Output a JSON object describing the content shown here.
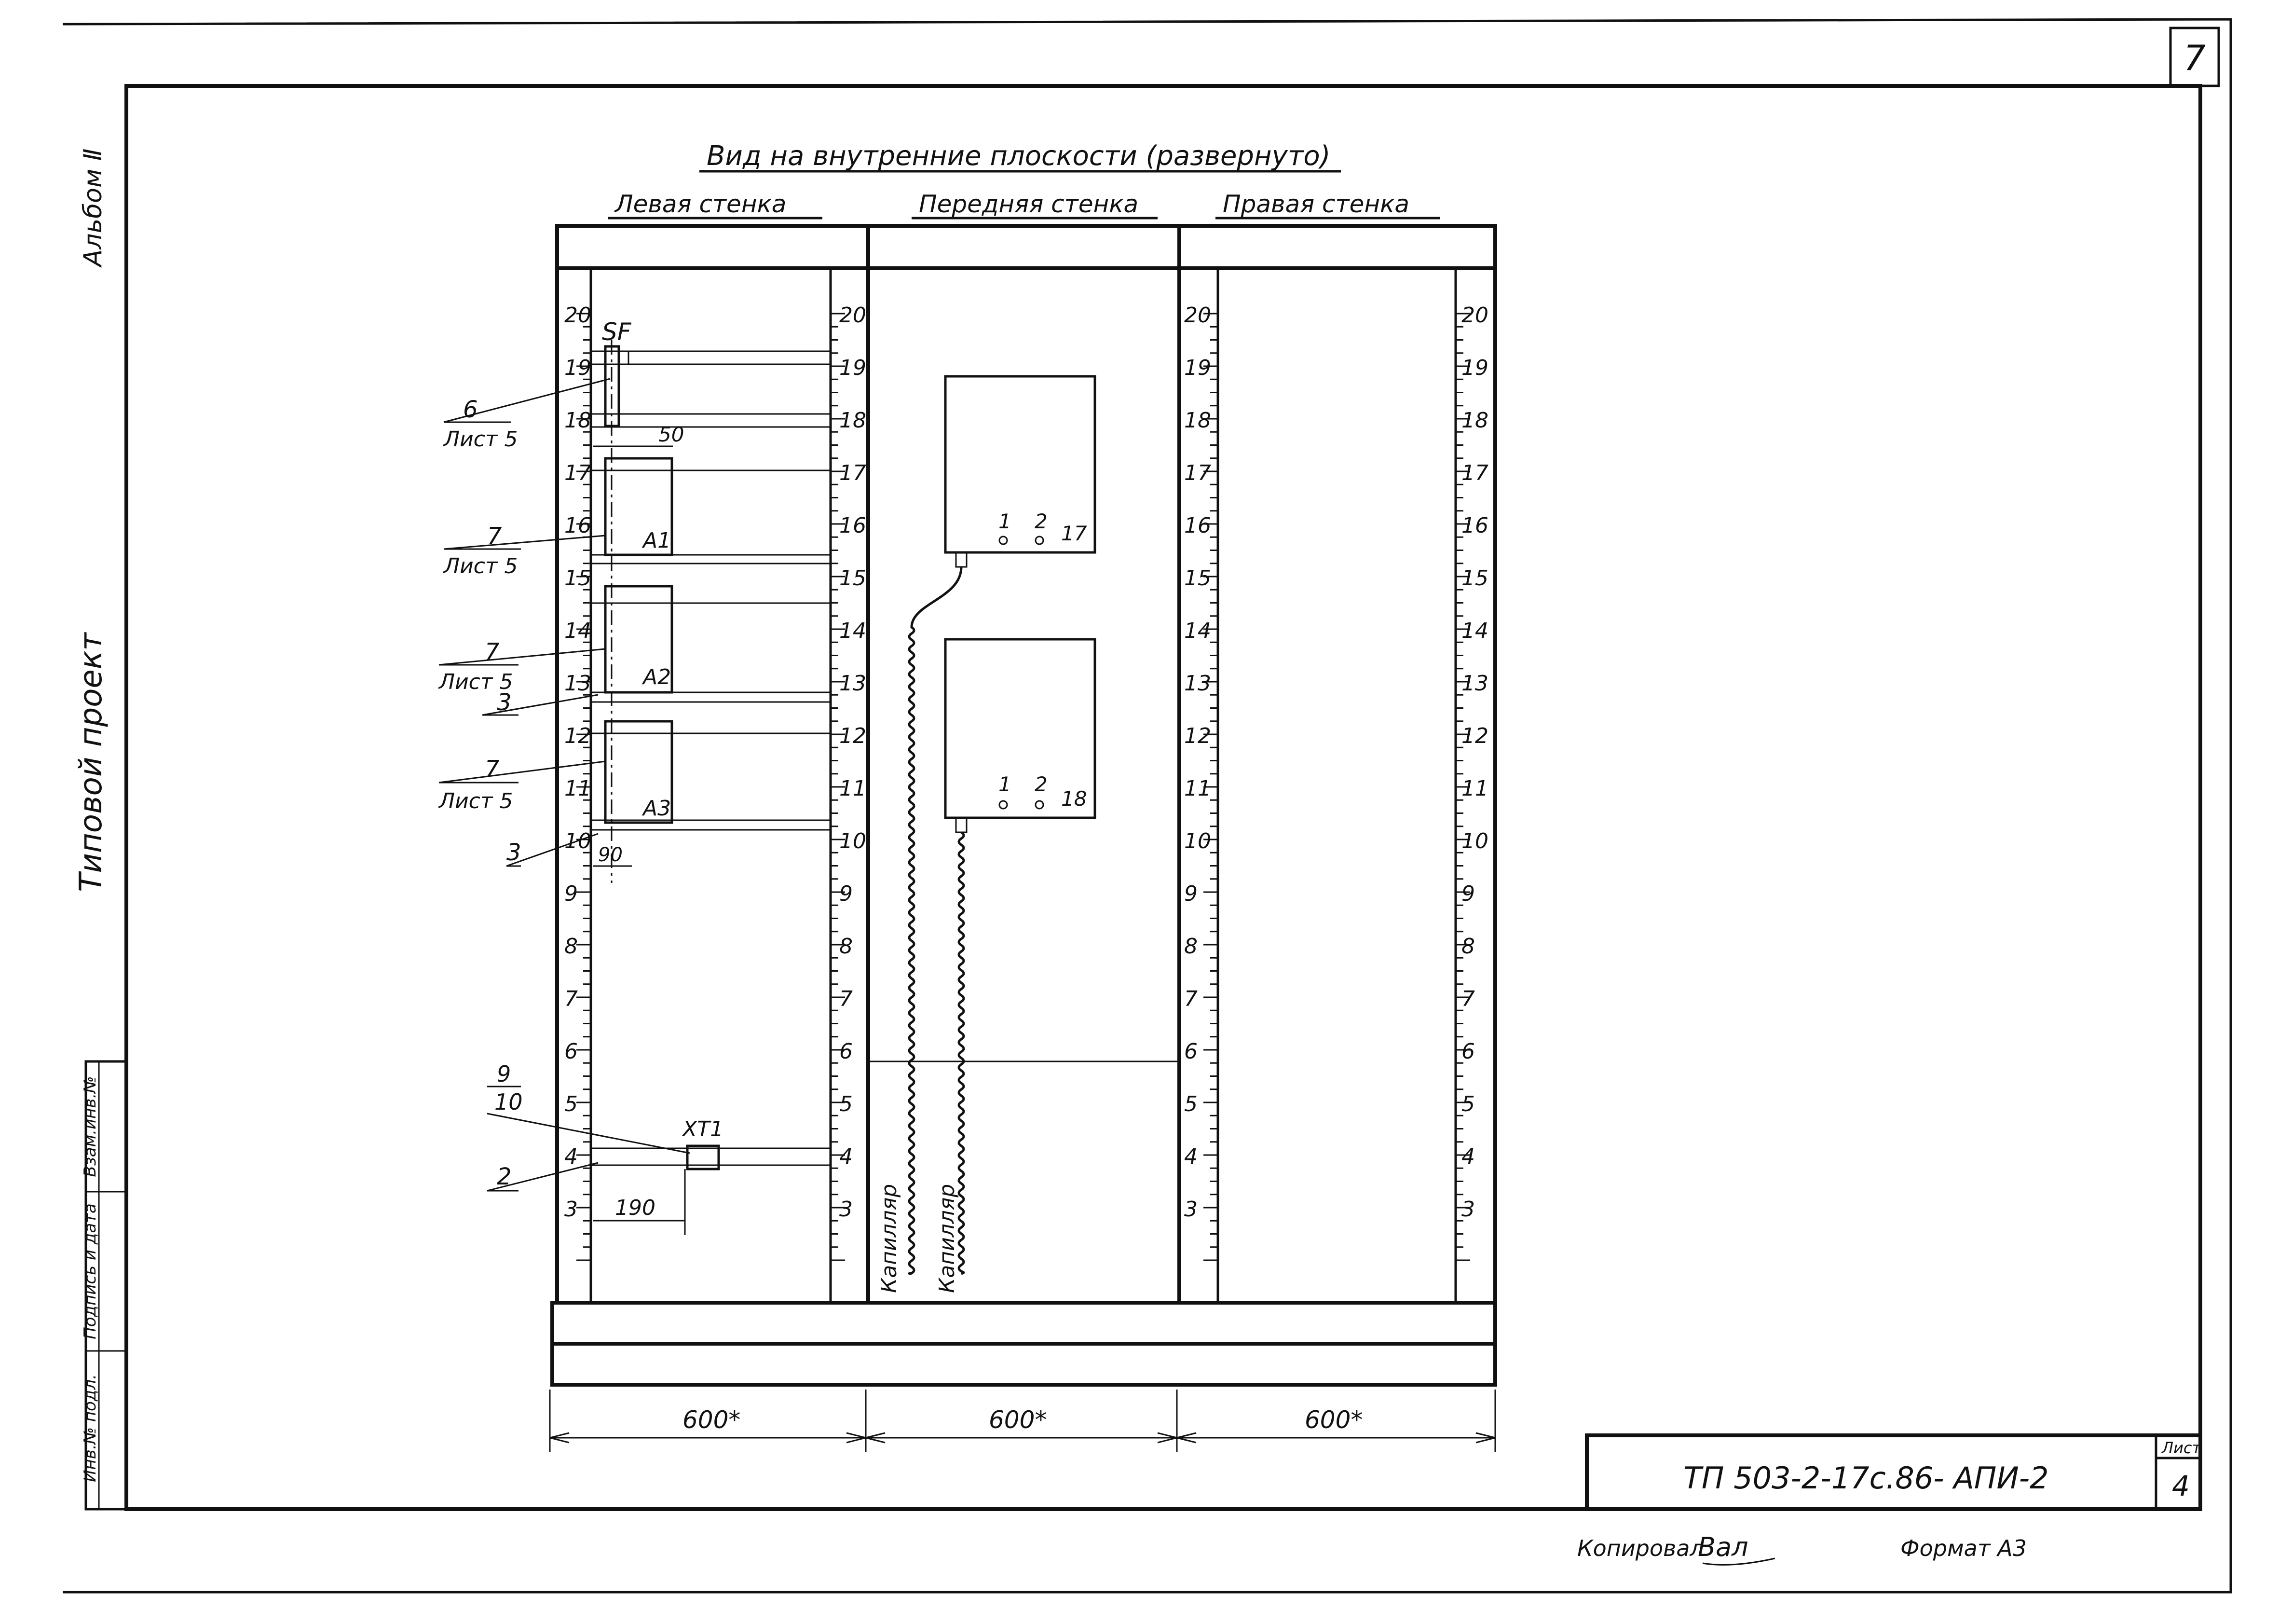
{
  "sheet_number": "7",
  "side_stamp": {
    "album": "Альбом Ⅱ",
    "project_type": "Типовой проект",
    "fields": [
      "Инв.№ подл.",
      "Подпись и дата",
      "Взам.инв.№"
    ]
  },
  "drawing": {
    "title": "Вид на внутренние плоскости (развернуто)",
    "walls": [
      {
        "name": "Левая стенка",
        "width_label": "600*"
      },
      {
        "name": "Передняя стенка",
        "width_label": "600*"
      },
      {
        "name": "Правая стенка",
        "width_label": "600*"
      }
    ],
    "scale_marks": [
      "20",
      "19",
      "18",
      "17",
      "16",
      "15",
      "14",
      "13",
      "12",
      "11",
      "10",
      "9",
      "8",
      "7",
      "6",
      "5",
      "4",
      "3"
    ],
    "devices": {
      "breaker": "SF",
      "modules": [
        "A1",
        "A2",
        "A3"
      ],
      "terminal_block": "XT1",
      "box_upper_terminals": [
        "1",
        "2",
        "17"
      ],
      "box_lower_terminals": [
        "1",
        "2",
        "18"
      ]
    },
    "dimensions": {
      "breaker_offset": "50",
      "module_offset": "90",
      "terminal_offset": "190"
    },
    "leaders": [
      {
        "num": "6",
        "ref": "Лист 5"
      },
      {
        "num": "7",
        "ref": "Лист 5"
      },
      {
        "num": "7",
        "ref": "Лист 5"
      },
      {
        "num": "3",
        "ref": ""
      },
      {
        "num": "7",
        "ref": "Лист 5"
      },
      {
        "num": "3",
        "ref": ""
      },
      {
        "num": "9",
        "ref": "10"
      },
      {
        "num": "2",
        "ref": ""
      }
    ],
    "capillary_label": "Капилляр"
  },
  "title_block": {
    "designation": "ТП   503-2-17с.86- АПИ-2",
    "sheet_label": "Лист",
    "sheet_no": "4"
  },
  "footer": {
    "copied": "Копировал",
    "signature": "Вал",
    "format": "Формат А3"
  }
}
